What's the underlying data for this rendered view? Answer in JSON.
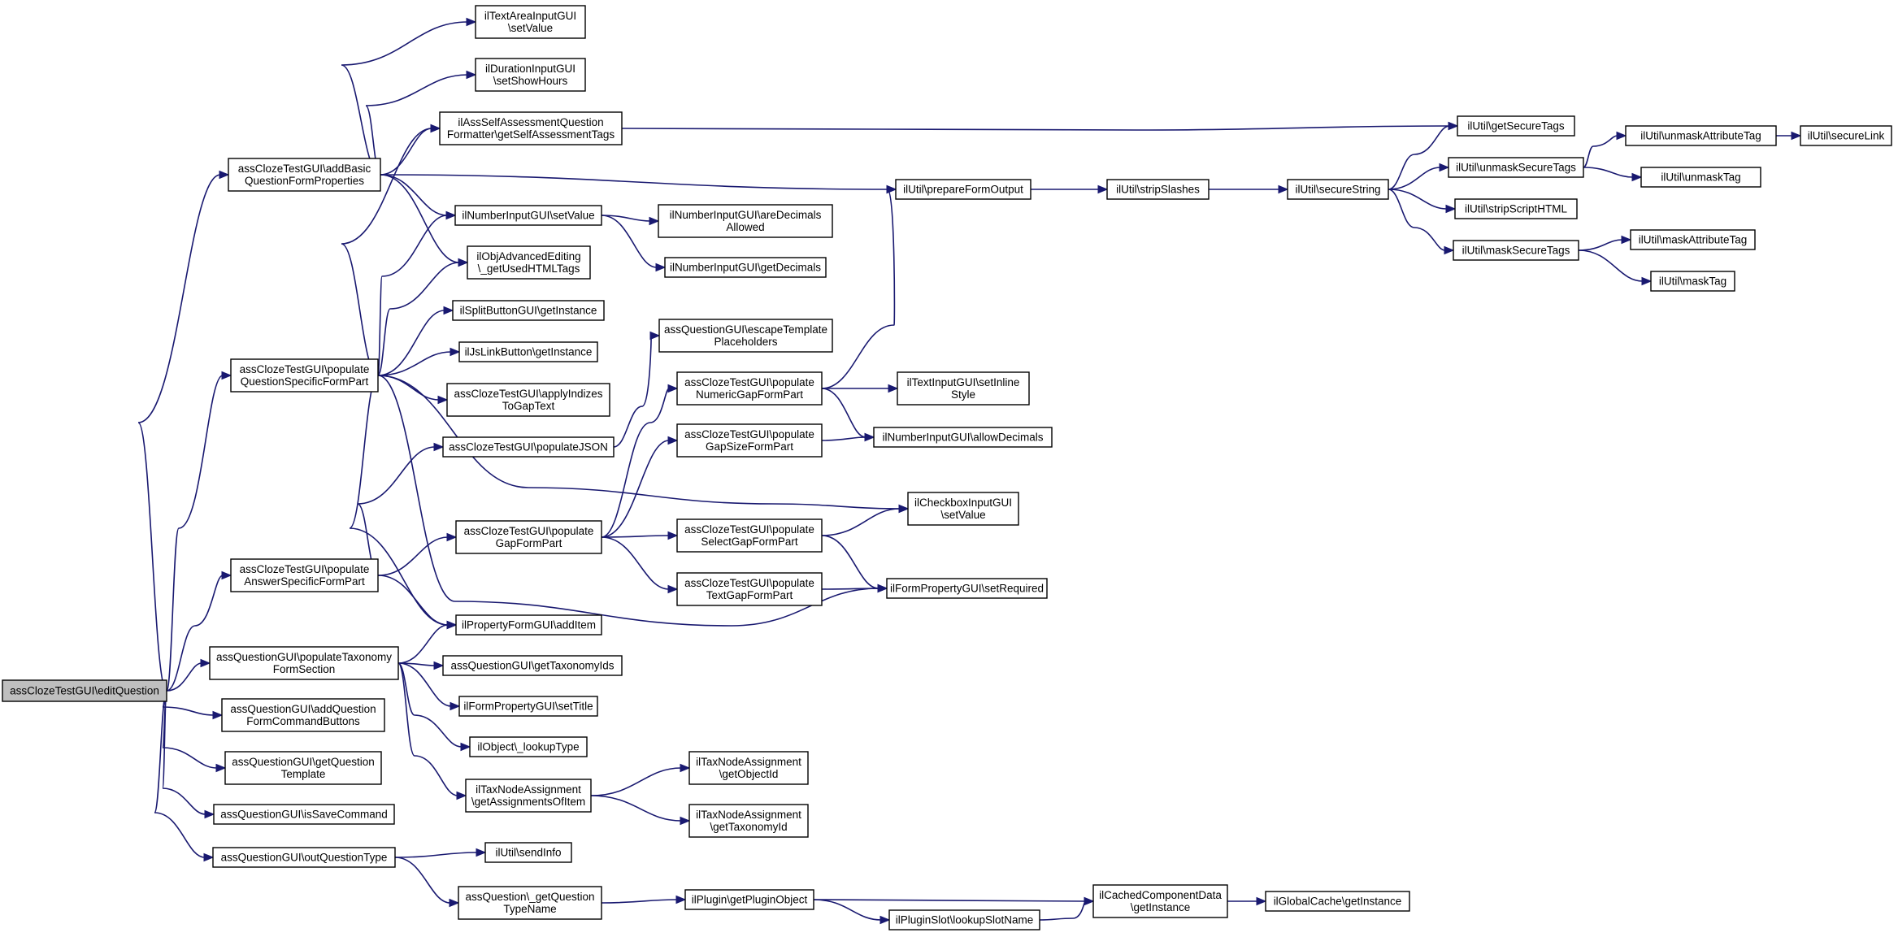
{
  "graph": {
    "root": "n0",
    "nodes": [
      {
        "id": "n0",
        "label": [
          "assClozeTestGUI\\editQuestion"
        ],
        "highlight": true
      },
      {
        "id": "n1",
        "label": [
          "assClozeTestGUI\\addBasic",
          "QuestionFormProperties"
        ]
      },
      {
        "id": "n2",
        "label": [
          "assClozeTestGUI\\populate",
          "QuestionSpecificFormPart"
        ]
      },
      {
        "id": "n3",
        "label": [
          "assClozeTestGUI\\populate",
          "AnswerSpecificFormPart"
        ]
      },
      {
        "id": "n4",
        "label": [
          "assQuestionGUI\\populateTaxonomy",
          "FormSection"
        ]
      },
      {
        "id": "n5",
        "label": [
          "assQuestionGUI\\addQuestion",
          "FormCommandButtons"
        ]
      },
      {
        "id": "n6",
        "label": [
          "assQuestionGUI\\getQuestion",
          "Template"
        ]
      },
      {
        "id": "n7",
        "label": [
          "assQuestionGUI\\isSaveCommand"
        ]
      },
      {
        "id": "n8",
        "label": [
          "assQuestionGUI\\outQuestionType"
        ]
      },
      {
        "id": "n9",
        "label": [
          "ilTextAreaInputGUI",
          "\\setValue"
        ]
      },
      {
        "id": "n10",
        "label": [
          "ilDurationInputGUI",
          "\\setShowHours"
        ]
      },
      {
        "id": "n11",
        "label": [
          "ilAssSelfAssessmentQuestion",
          "Formatter\\getSelfAssessmentTags"
        ]
      },
      {
        "id": "n12",
        "label": [
          "ilNumberInputGUI\\setValue"
        ]
      },
      {
        "id": "n13",
        "label": [
          "ilObjAdvancedEditing",
          "\\_getUsedHTMLTags"
        ]
      },
      {
        "id": "n14",
        "label": [
          "ilSplitButtonGUI\\getInstance"
        ]
      },
      {
        "id": "n15",
        "label": [
          "ilJsLinkButton\\getInstance"
        ]
      },
      {
        "id": "n16",
        "label": [
          "assClozeTestGUI\\applyIndizes",
          "ToGapText"
        ]
      },
      {
        "id": "n17",
        "label": [
          "assClozeTestGUI\\populateJSON"
        ]
      },
      {
        "id": "n18",
        "label": [
          "assClozeTestGUI\\populate",
          "GapFormPart"
        ]
      },
      {
        "id": "n19",
        "label": [
          "ilPropertyFormGUI\\addItem"
        ]
      },
      {
        "id": "n20",
        "label": [
          "assQuestionGUI\\getTaxonomyIds"
        ]
      },
      {
        "id": "n21",
        "label": [
          "ilFormPropertyGUI\\setTitle"
        ]
      },
      {
        "id": "n22",
        "label": [
          "ilObject\\_lookupType"
        ]
      },
      {
        "id": "n23",
        "label": [
          "ilTaxNodeAssignment",
          "\\getAssignmentsOfItem"
        ]
      },
      {
        "id": "n24",
        "label": [
          "ilUtil\\sendInfo"
        ]
      },
      {
        "id": "n25",
        "label": [
          "assQuestion\\_getQuestion",
          "TypeName"
        ]
      },
      {
        "id": "n26",
        "label": [
          "ilNumberInputGUI\\areDecimals",
          "Allowed"
        ]
      },
      {
        "id": "n27",
        "label": [
          "ilNumberInputGUI\\getDecimals"
        ]
      },
      {
        "id": "n28",
        "label": [
          "assQuestionGUI\\escapeTemplate",
          "Placeholders"
        ]
      },
      {
        "id": "n29",
        "label": [
          "assClozeTestGUI\\populate",
          "NumericGapFormPart"
        ]
      },
      {
        "id": "n30",
        "label": [
          "assClozeTestGUI\\populate",
          "GapSizeFormPart"
        ]
      },
      {
        "id": "n31",
        "label": [
          "assClozeTestGUI\\populate",
          "SelectGapFormPart"
        ]
      },
      {
        "id": "n32",
        "label": [
          "assClozeTestGUI\\populate",
          "TextGapFormPart"
        ]
      },
      {
        "id": "n33",
        "label": [
          "ilTaxNodeAssignment",
          "\\getObjectId"
        ]
      },
      {
        "id": "n34",
        "label": [
          "ilTaxNodeAssignment",
          "\\getTaxonomyId"
        ]
      },
      {
        "id": "n35",
        "label": [
          "ilPlugin\\getPluginObject"
        ]
      },
      {
        "id": "n36",
        "label": [
          "ilUtil\\prepareFormOutput"
        ]
      },
      {
        "id": "n37",
        "label": [
          "ilTextInputGUI\\setInline",
          "Style"
        ]
      },
      {
        "id": "n38",
        "label": [
          "ilNumberInputGUI\\allowDecimals"
        ]
      },
      {
        "id": "n39",
        "label": [
          "ilCheckboxInputGUI",
          "\\setValue"
        ]
      },
      {
        "id": "n40",
        "label": [
          "ilFormPropertyGUI\\setRequired"
        ]
      },
      {
        "id": "n41",
        "label": [
          "ilPluginSlot\\lookupSlotName"
        ]
      },
      {
        "id": "n42",
        "label": [
          "ilCachedComponentData",
          "\\getInstance"
        ]
      },
      {
        "id": "n43",
        "label": [
          "ilUtil\\stripSlashes"
        ]
      },
      {
        "id": "n44",
        "label": [
          "ilGlobalCache\\getInstance"
        ]
      },
      {
        "id": "n45",
        "label": [
          "ilUtil\\secureString"
        ]
      },
      {
        "id": "n46",
        "label": [
          "ilUtil\\getSecureTags"
        ]
      },
      {
        "id": "n47",
        "label": [
          "ilUtil\\unmaskSecureTags"
        ]
      },
      {
        "id": "n48",
        "label": [
          "ilUtil\\stripScriptHTML"
        ]
      },
      {
        "id": "n49",
        "label": [
          "ilUtil\\maskSecureTags"
        ]
      },
      {
        "id": "n50",
        "label": [
          "ilUtil\\unmaskAttributeTag"
        ]
      },
      {
        "id": "n51",
        "label": [
          "ilUtil\\unmaskTag"
        ]
      },
      {
        "id": "n52",
        "label": [
          "ilUtil\\maskAttributeTag"
        ]
      },
      {
        "id": "n53",
        "label": [
          "ilUtil\\maskTag"
        ]
      },
      {
        "id": "n54",
        "label": [
          "ilUtil\\secureLink"
        ]
      }
    ],
    "edges": [
      [
        "n0",
        "n1"
      ],
      [
        "n0",
        "n2"
      ],
      [
        "n0",
        "n3"
      ],
      [
        "n0",
        "n4"
      ],
      [
        "n0",
        "n5"
      ],
      [
        "n0",
        "n6"
      ],
      [
        "n0",
        "n7"
      ],
      [
        "n0",
        "n8"
      ],
      [
        "n1",
        "n9"
      ],
      [
        "n1",
        "n10"
      ],
      [
        "n1",
        "n11"
      ],
      [
        "n1",
        "n12"
      ],
      [
        "n1",
        "n13"
      ],
      [
        "n1",
        "n36"
      ],
      [
        "n2",
        "n11"
      ],
      [
        "n2",
        "n12"
      ],
      [
        "n2",
        "n13"
      ],
      [
        "n2",
        "n14"
      ],
      [
        "n2",
        "n15"
      ],
      [
        "n2",
        "n16"
      ],
      [
        "n2",
        "n19"
      ],
      [
        "n2",
        "n39"
      ],
      [
        "n2",
        "n40"
      ],
      [
        "n3",
        "n17"
      ],
      [
        "n3",
        "n18"
      ],
      [
        "n3",
        "n19"
      ],
      [
        "n4",
        "n19"
      ],
      [
        "n4",
        "n20"
      ],
      [
        "n4",
        "n21"
      ],
      [
        "n4",
        "n22"
      ],
      [
        "n4",
        "n23"
      ],
      [
        "n8",
        "n24"
      ],
      [
        "n8",
        "n25"
      ],
      [
        "n11",
        "n46"
      ],
      [
        "n12",
        "n26"
      ],
      [
        "n12",
        "n27"
      ],
      [
        "n17",
        "n28"
      ],
      [
        "n18",
        "n29"
      ],
      [
        "n18",
        "n30"
      ],
      [
        "n18",
        "n31"
      ],
      [
        "n18",
        "n32"
      ],
      [
        "n23",
        "n33"
      ],
      [
        "n23",
        "n34"
      ],
      [
        "n25",
        "n35"
      ],
      [
        "n29",
        "n36"
      ],
      [
        "n29",
        "n37"
      ],
      [
        "n29",
        "n38"
      ],
      [
        "n30",
        "n38"
      ],
      [
        "n31",
        "n39"
      ],
      [
        "n31",
        "n40"
      ],
      [
        "n32",
        "n40"
      ],
      [
        "n35",
        "n41"
      ],
      [
        "n35",
        "n42"
      ],
      [
        "n41",
        "n42"
      ],
      [
        "n42",
        "n44"
      ],
      [
        "n36",
        "n43"
      ],
      [
        "n43",
        "n45"
      ],
      [
        "n45",
        "n46"
      ],
      [
        "n45",
        "n47"
      ],
      [
        "n45",
        "n48"
      ],
      [
        "n45",
        "n49"
      ],
      [
        "n47",
        "n50"
      ],
      [
        "n47",
        "n51"
      ],
      [
        "n49",
        "n52"
      ],
      [
        "n49",
        "n53"
      ],
      [
        "n50",
        "n54"
      ]
    ]
  }
}
